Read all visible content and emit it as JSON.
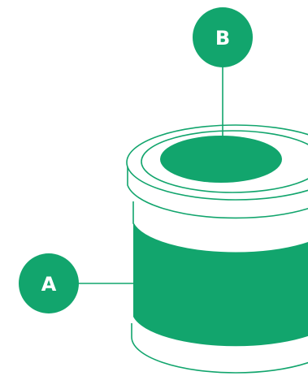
{
  "colors": {
    "accent": "#12A56D",
    "background": "#FFFFFF",
    "text_on_accent": "#FFFFFF"
  },
  "callouts": [
    {
      "id": "A",
      "label": "A"
    },
    {
      "id": "B",
      "label": "B"
    }
  ]
}
